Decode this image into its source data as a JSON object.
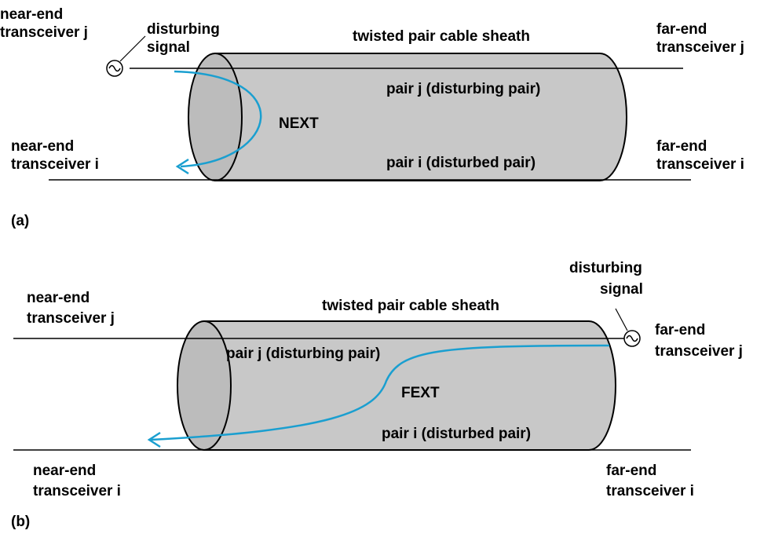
{
  "colors": {
    "cylinder_fill": "#c8c8c8",
    "cylinder_end_fill": "#bcbcbc",
    "outline": "#000000",
    "coupling_path": "#1a9fd0",
    "wire": "#000000"
  },
  "icons": {
    "signal_source": "sine-wave-source-icon"
  },
  "panel_a": {
    "label": "(a)",
    "near_end_j": [
      "near-end",
      "transceiver j"
    ],
    "near_end_i": [
      "near-end",
      "transceiver i"
    ],
    "far_end_j": [
      "far-end",
      "transceiver j"
    ],
    "far_end_i": [
      "far-end",
      "transceiver i"
    ],
    "disturbing_signal": [
      "disturbing",
      "signal"
    ],
    "cable_label": "twisted pair cable sheath",
    "pair_j": "pair j (disturbing pair)",
    "pair_i": "pair i (disturbed pair)",
    "crosstalk": "NEXT"
  },
  "panel_b": {
    "label": "(b)",
    "near_end_j": [
      "near-end",
      "transceiver j"
    ],
    "near_end_i": [
      "near-end",
      "transceiver i"
    ],
    "far_end_j": [
      "far-end",
      "transceiver j"
    ],
    "far_end_i": [
      "far-end",
      "transceiver i"
    ],
    "disturbing_signal": [
      "disturbing",
      "signal"
    ],
    "cable_label": "twisted pair cable sheath",
    "pair_j": "pair j (disturbing pair)",
    "pair_i": "pair i (disturbed pair)",
    "crosstalk": "FEXT"
  }
}
